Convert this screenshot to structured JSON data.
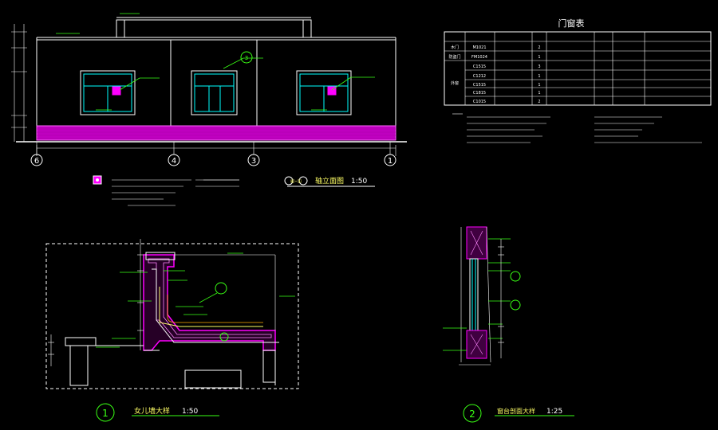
{
  "elevation": {
    "title_axes": "⑥-①",
    "title": "轴立面图",
    "scale": "1:50",
    "axis_labels": [
      "6",
      "4",
      "3",
      "1"
    ],
    "callout": "3"
  },
  "door_window_table": {
    "title": "门窗表",
    "row_groups": [
      "木门",
      "防盗门",
      "外窗"
    ],
    "row_codes": [
      "M1021",
      "FM1024",
      "C1515",
      "C1212",
      "C1515",
      "C1815",
      "C1015"
    ],
    "counts": [
      "2",
      "1",
      "3",
      "1",
      "1",
      "1",
      "2"
    ]
  },
  "detail1": {
    "number": "1",
    "title": "女儿墙大样",
    "scale": "1:50"
  },
  "detail2": {
    "number": "2",
    "title": "窗台剖面大样",
    "scale": "1:25"
  }
}
